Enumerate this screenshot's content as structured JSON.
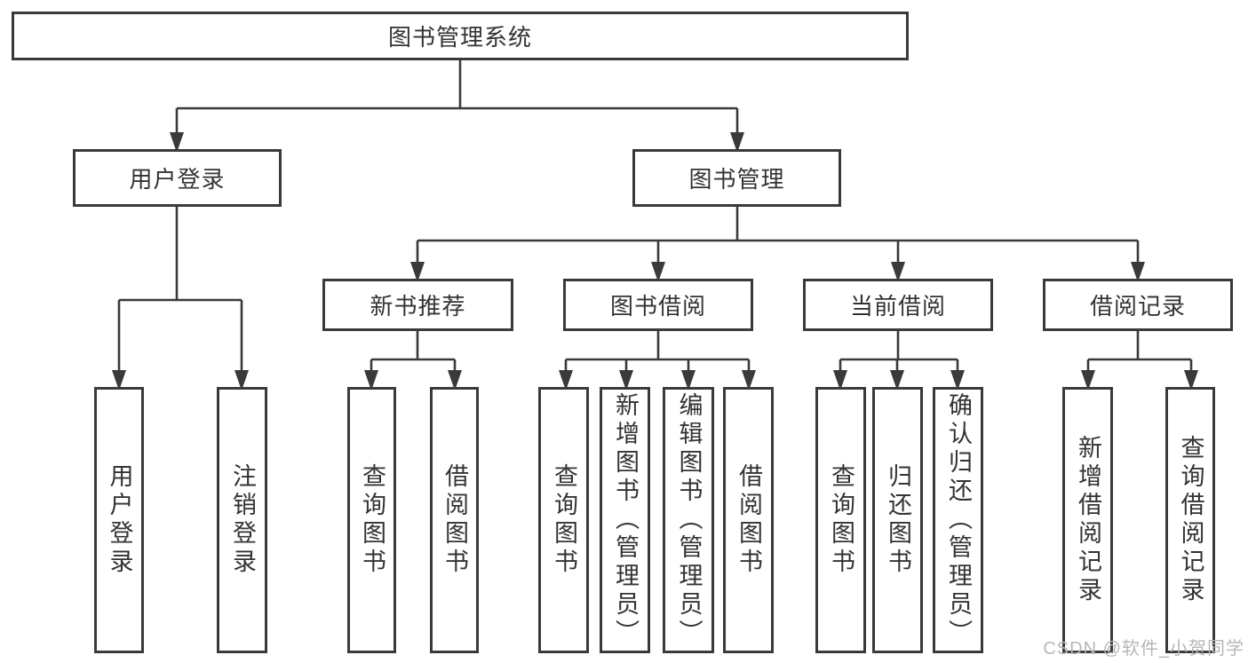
{
  "tree": {
    "root": {
      "label": "图书管理系统"
    },
    "branches": [
      {
        "label": "用户登录",
        "children": [
          {
            "label": "用户登录"
          },
          {
            "label": "注销登录"
          }
        ]
      },
      {
        "label": "图书管理",
        "children": [
          {
            "label": "新书推荐",
            "children": [
              {
                "label": "查询图书"
              },
              {
                "label": "借阅图书"
              }
            ]
          },
          {
            "label": "图书借阅",
            "children": [
              {
                "label": "查询图书"
              },
              {
                "label": "新增图书（管理员）"
              },
              {
                "label": "编辑图书（管理员）"
              },
              {
                "label": "借阅图书"
              }
            ]
          },
          {
            "label": "当前借阅",
            "children": [
              {
                "label": "查询图书"
              },
              {
                "label": "归还图书"
              },
              {
                "label": "确认归还（管理员）"
              }
            ]
          },
          {
            "label": "借阅记录",
            "children": [
              {
                "label": "新增借阅记录"
              },
              {
                "label": "查询借阅记录"
              }
            ]
          }
        ]
      }
    ]
  },
  "watermark": "CSDN @软件_小贺同学",
  "colors": {
    "line": "#3a3a3a",
    "box_border": "#3a3a3a",
    "box_fill": "#ffffff",
    "text": "#333333",
    "watermark": "#b9b5b6",
    "background": "#ffffff"
  }
}
